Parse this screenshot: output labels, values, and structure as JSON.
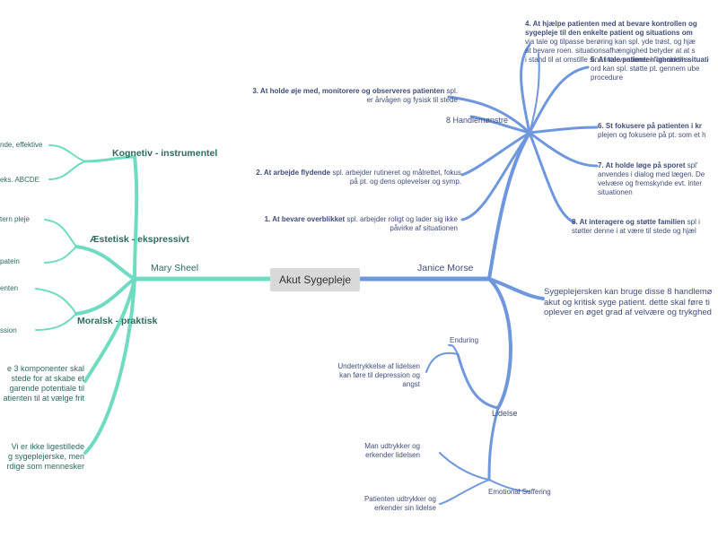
{
  "central_topic": "Akut Sygepleje",
  "colors": {
    "green_branch": "#6fdcc1",
    "blue_branch": "#6f97dd",
    "center_fill": "#d9d9d9"
  },
  "left": {
    "main": "Mary Sheel",
    "kognitiv": {
      "label": "Kognetiv - instrumentel",
      "items": [
        "nde, effektive",
        "eks. ABCDE"
      ]
    },
    "aestetisk": {
      "label": "Æstetisk - ekspressivt",
      "items": [
        "tern pleje",
        "patein"
      ]
    },
    "moralsk": {
      "label": "Moralsk - praktisk",
      "items": [
        "enten",
        "ssion"
      ]
    },
    "note1": [
      "e 3 komponenter skal",
      "stede for at skabe et",
      "garende potentiale til",
      "atienten til at vælge frit"
    ],
    "note2": [
      "Vi er ikke ligestillede",
      "g sygeplejerske, men",
      "rdige som mennesker"
    ]
  },
  "right": {
    "main": "Janice Morse",
    "handle": {
      "label": "8 Handlemønstre",
      "i4_bold": "4. At hjælpe patienten med at bevare kontrollen og",
      "i4_bold2": "sygepleje til den enkelte patient og situations om",
      "i4_rest": [
        "via tale og tilpasse berøring kan spl. yde trøst, og hjæ",
        "at bevare roen. situationsafhængighed betyder at at s",
        "i stand til at omstille sine interventioner i forhold til s"
      ],
      "i5_bold": "5. At tale patienten igennem situati",
      "i5_rest": [
        "ord kan spl. støtte pt. gennem ube",
        "procedure"
      ],
      "i3_bold": "3. At holde øje med, monitorere og observeres patienten",
      "i3_tail": "spl.",
      "i3_rest": "er årvågen og fysisk til stede",
      "i6_bold": "6. St fokusere på patienten i kr",
      "i6_rest": "plejen og fokusere på pt. som et h",
      "i2_bold": "2. At arbejde flydende",
      "i2_tail": "spl. arbejder rutineret og målrettet, fokus",
      "i2_rest": "på pt. og dens oplevelser og symp.",
      "i7_bold": "7. At holde løge på sporet",
      "i7_tail": "spl'",
      "i7_rest": [
        "anvendes i dialog med lægen. De",
        "velvære og fremskynde evt. inter",
        "situationen"
      ],
      "i1_bold": "1. At bevare overblikket",
      "i1_tail": "spl. arbejder roligt og lader sig ikke",
      "i1_rest": "påvirke af situationen",
      "i8_bold": "8. At interagere og støtte familien",
      "i8_tail": "spl i",
      "i8_rest": "støtter denne i at være til stede og hjæl"
    },
    "note": [
      "Sygeplejersken kan bruge disse 8 handlemø",
      "akut og kritisk syge patient. dette skal føre ti",
      "oplever en øget grad af velvære og trykghed"
    ],
    "lidelse": {
      "label": "Lidelse",
      "enduring": "Enduring",
      "undertrykkelse": [
        "Undertrykkelse af lidelsen",
        "kan føre til depression og",
        "angst"
      ],
      "emotional": "Emotional Suffering",
      "udtrykker": [
        "Man udtrykker og",
        "erkender lidelsen"
      ],
      "patient_udtrykker": [
        "Patienten udtrykker og",
        "erkender sin lidelse"
      ]
    }
  }
}
